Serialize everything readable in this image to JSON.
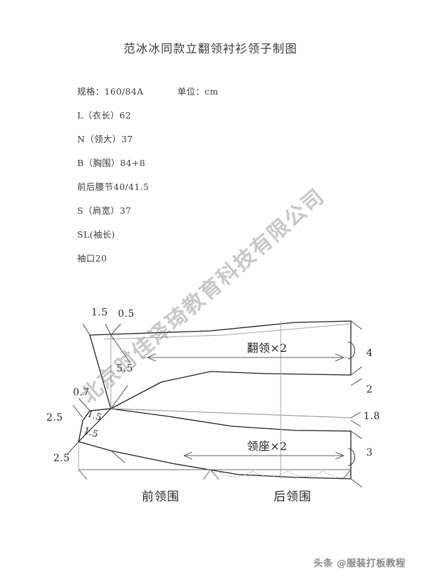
{
  "document": {
    "title": "范冰冰同款立翻领衬衫领子制图"
  },
  "spec": {
    "size_label": "规格：160/84A",
    "unit_label": "单位：cm",
    "rows": [
      "L（衣长）62",
      "N（领大）37",
      "B（胸围）84+8",
      "前后腰节40/41.5",
      "S（肩宽）37",
      "SL(袖长)",
      "袖口20"
    ]
  },
  "drawing": {
    "pieces": [
      {
        "label": "翻领×2"
      },
      {
        "label": "领座×2"
      }
    ],
    "captions": {
      "front": "前领围",
      "back": "后领围"
    },
    "dimensions": {
      "top_left_a": "1.5",
      "top_left_b": "0.5",
      "center_drop": "5.5",
      "left_upper": "0.7",
      "left_outer_top": "2.5",
      "left_inner_top": "1.5",
      "left_inner_bottom": "1.5",
      "left_outer_bottom": "2.5",
      "right_1": "4",
      "right_2": "2",
      "right_3": "1.8",
      "right_4": "3"
    }
  },
  "watermarks": {
    "diagonal": "北京时佳泽琦教育科技有限公司",
    "footer": "头条 @服装打板教程"
  },
  "colors": {
    "page_background": "#fefefe",
    "ink": "#1e1e1e",
    "light_ink": "#8d8d8d",
    "watermark": "#787878"
  }
}
